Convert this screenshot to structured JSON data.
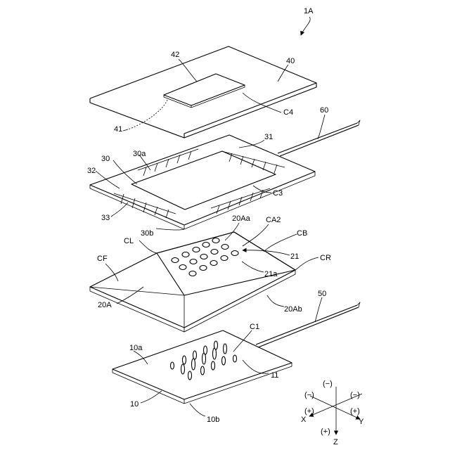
{
  "figure": {
    "assembly_label": "1A",
    "labels": {
      "l42": "42",
      "l40": "40",
      "l41": "41",
      "lC4": "C4",
      "l60": "60",
      "l31": "31",
      "l30": "30",
      "l30a": "30a",
      "l32": "32",
      "lC3": "C3",
      "l33": "33",
      "l30b": "30b",
      "l20Aa": "20Aa",
      "lCA2": "CA2",
      "lCL": "CL",
      "lCB": "CB",
      "l21": "21",
      "lCR": "CR",
      "lCF": "CF",
      "l21a": "21a",
      "l20A": "20A",
      "l20Ab": "20Ab",
      "l50": "50",
      "lC1": "C1",
      "l10a": "10a",
      "l11": "11",
      "l10": "10",
      "l10b": "10b"
    },
    "axes": {
      "minus_top": "(−)",
      "minus_left": "(−)",
      "minus_right": "(−)",
      "plus_left": "(+)",
      "plus_right": "(+)",
      "plus_bottom": "(+)",
      "x": "X",
      "y": "Y",
      "z": "Z"
    }
  }
}
